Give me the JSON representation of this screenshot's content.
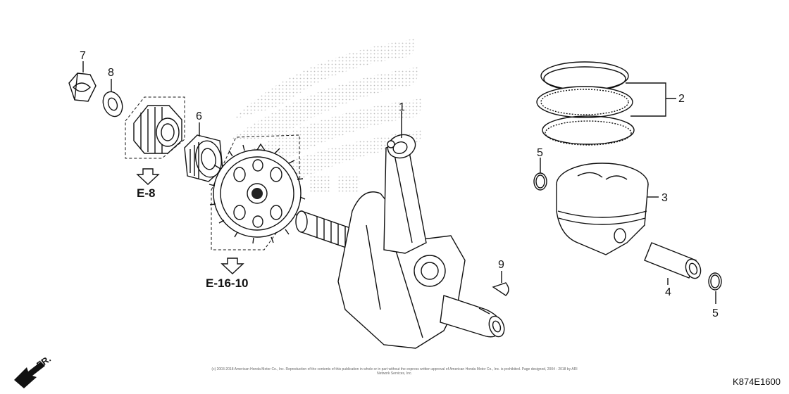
{
  "callouts": {
    "c1": "1",
    "c2": "2",
    "c3": "3",
    "c4": "4",
    "c5a": "5",
    "c5b": "5",
    "c6": "6",
    "c7": "7",
    "c8": "8",
    "c9": "9"
  },
  "references": {
    "ref_a": "E-8",
    "ref_b": "E-16-10"
  },
  "front_indicator": "FR.",
  "diagram_code": "K874E1600",
  "copyright": "(c) 2003-2018 American Honda Motor Co., Inc. Reproduction of the contents of this publication in whole or in part without the express written approval of American Honda Motor Co., Inc. is prohibited. Page designed, 2004 - 2018 by ARI Network Services, Inc."
}
